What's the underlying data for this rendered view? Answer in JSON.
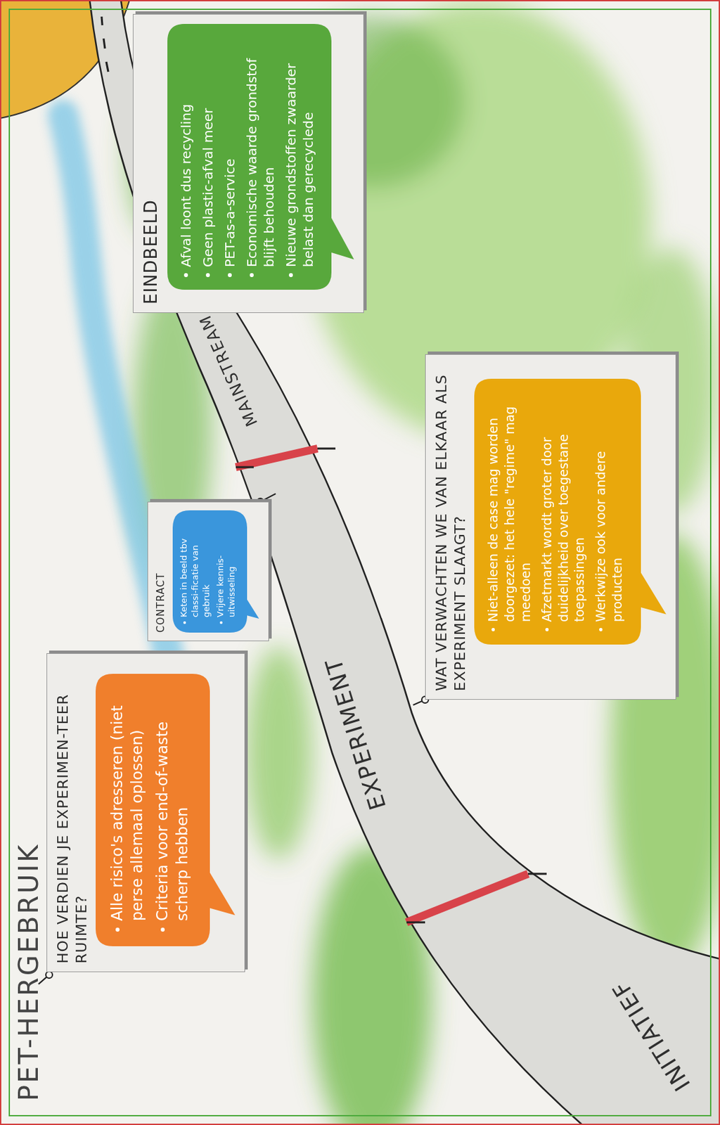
{
  "diagram": {
    "title": "PET-HERGEBRUIK",
    "nodes": [
      {
        "text": [
          "HOE VERDIEN JE EXPERIMEN-TEER RUIMTE?"
        ]
      },
      {
        "text": [
          "Alle risico's adresseren (niet perse allemaal oplossen)",
          "Criteria voor end-of-waste scherp hebben"
        ],
        "in": 0
      },
      {
        "text": [
          "CONTRACT"
        ]
      },
      {
        "text": [
          "Keten in beeld tbv classi-ficatie van gebruik",
          "Vrijere kennis-uitwisseling"
        ],
        "in": 2
      },
      {
        "text": [
          "WAT VERWACHTEN WE VAN ELKAAR ALS EXPERIMENT SLAAGT?"
        ]
      },
      {
        "text": [
          "Niet-alleen de case mag worden doorgezet: het hele \"regime\" mag meedoen",
          "Afzetmarkt wordt groter door duidelijkheid over toegestane toepassingen",
          "Werkwijze ook voor andere producten"
        ],
        "in": 4
      },
      {
        "text": [
          "EINDBEELD"
        ]
      },
      {
        "text": [
          "Afval loont dus recycling",
          "Geen plastic-afval meer",
          "PET-as-a-service",
          "Economische waarde grondstof blijft behouden",
          "Nieuwe grondstoffen zwaarder belast dan gerecyclede"
        ],
        "in": 6
      }
    ],
    "labels": [
      "INITIATIEF",
      "EXPERIMENT",
      "MAINSTREAM"
    ]
  }
}
